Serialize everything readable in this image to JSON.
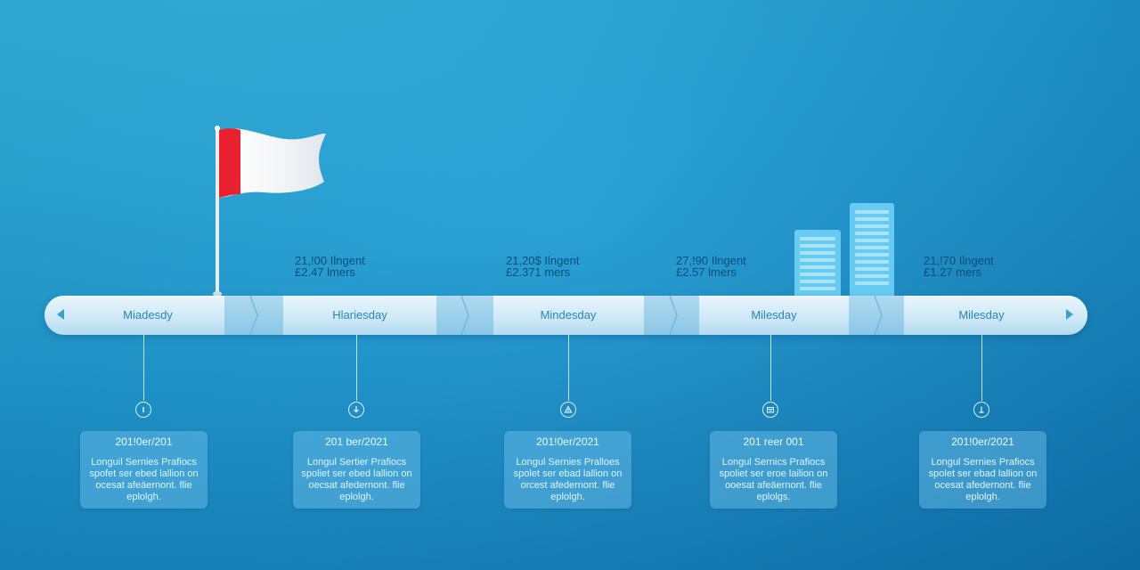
{
  "stats": [
    {
      "line1": "21,!00 Ilngent",
      "line2": "£2.47 lmers"
    },
    {
      "line1": "21,20$ Ilngent",
      "line2": "£2.371 mers"
    },
    {
      "line1": "27,!90 Ilngent",
      "line2": "£2.57 lmers"
    },
    {
      "line1": "21,!70 Ilngent",
      "line2": "£1.27 mers"
    }
  ],
  "bar_labels": [
    "Miadesdy",
    "Hlariesday",
    "Mindesday",
    "Milesday",
    "Milesday"
  ],
  "nodes": [
    {
      "icon": "info-icon",
      "glyph": "!"
    },
    {
      "icon": "download-icon",
      "glyph": "↓"
    },
    {
      "icon": "tent-icon",
      "glyph": "▲"
    },
    {
      "icon": "calendar-icon",
      "glyph": "▦"
    },
    {
      "icon": "pin-icon",
      "glyph": "⊥"
    }
  ],
  "cards": [
    {
      "date": "201!0er/201",
      "body": "Longuil Sernies Prafiocs spofet ser ebed lallion on ocesat afeäernont. flie eplolgh."
    },
    {
      "date": "201 ber/2021",
      "body": "Longul Sertier Prafiocs spoliet ser ebed lallion on oecsat afedernont. flie eplolgh."
    },
    {
      "date": "201!0er/2021",
      "body": "Longul Sernies Pralloes spolet ser ebad lallion on orcest afedernont. flie eplolgh."
    },
    {
      "date": "201 reer 001",
      "body": "Longul Sernics Prafiocs spoliet ser eroe lailion on ooesat afeäernont. flie eplolgs."
    },
    {
      "date": "201!0er/2021",
      "body": "Longul Sernies Prafiocs spolet ser ebad lallion on ocesat afedernont. flie eplolgh."
    }
  ],
  "colors": {
    "flag_red": "#e8202f",
    "flag_white": "#ffffff",
    "accent": "#2a84b5"
  }
}
